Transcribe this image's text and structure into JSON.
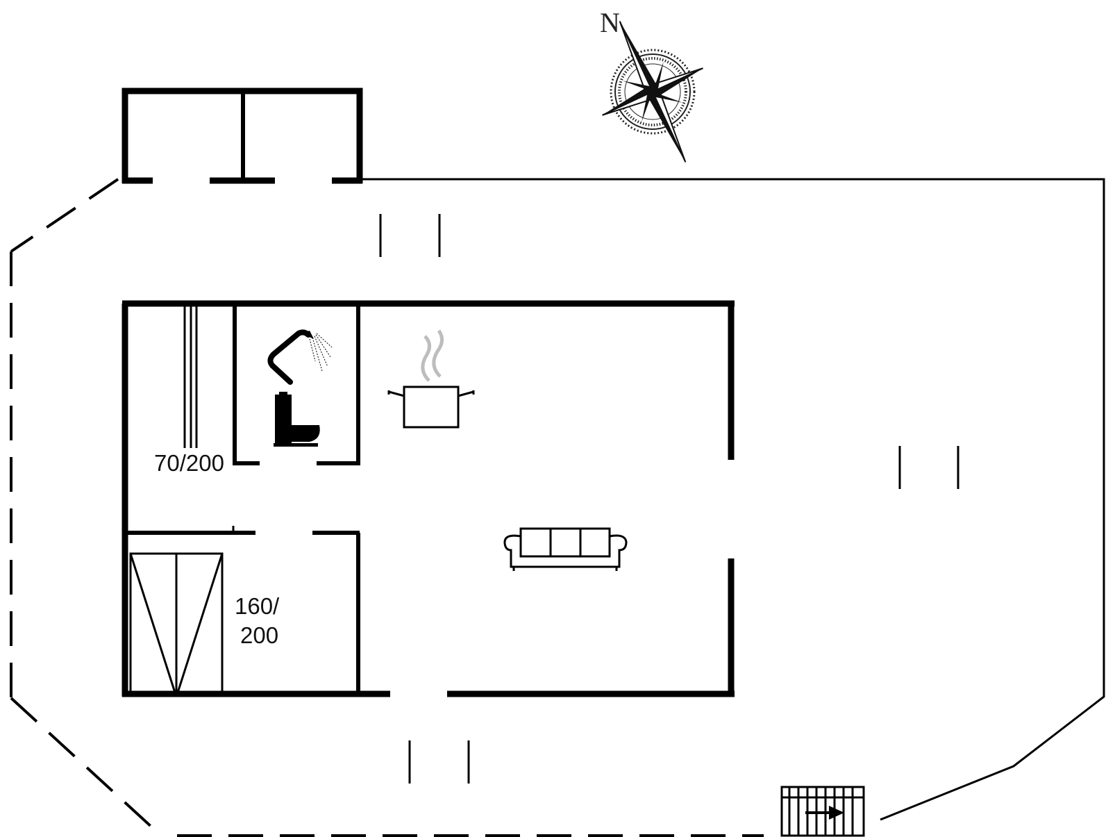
{
  "compass": {
    "north_label": "N"
  },
  "beds": {
    "single": "70/200",
    "double_line1": "160/",
    "double_line2": "200"
  },
  "icons": [
    "compass-rose-icon",
    "shower-icon",
    "toilet-icon",
    "cooking-pot-icon",
    "sofa-icon",
    "stairs-icon"
  ]
}
